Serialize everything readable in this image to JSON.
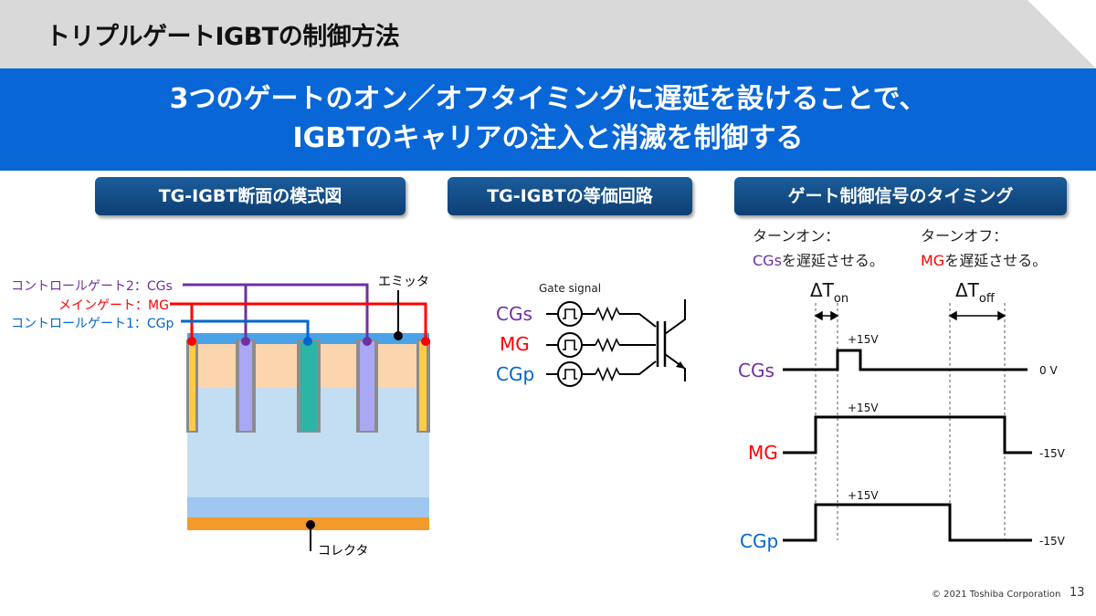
{
  "slide": {
    "title": "トリプルゲートIGBTの制御方法",
    "banner_line1": "3つのゲートのオン／オフタイミングに遅延を設けることで、",
    "banner_line2": "IGBTのキャリアの注入と消滅を制御する",
    "copyright": "© 2021 Toshiba Corporation",
    "page_number": "13"
  },
  "sections": {
    "cross_section": "TG-IGBT断面の模式図",
    "equivalent_circuit": "TG-IGBTの等価回路",
    "timing": "ゲート制御信号のタイミング"
  },
  "cross_section": {
    "label_cgs": "コントロールゲート2：CGs",
    "label_mg": "メインゲート：MG",
    "label_cgp": "コントロールゲート1：CGp",
    "label_emitter": "エミッタ",
    "label_collector": "コレクタ"
  },
  "circuit": {
    "gate_signal": "Gate signal",
    "cgs": "CGs",
    "mg": "MG",
    "cgp": "CGp"
  },
  "timing": {
    "turn_on_title": "ターンオン：",
    "turn_on_gate": "CGs",
    "turn_on_rest": "を遅延させる。",
    "turn_off_title": "ターンオフ：",
    "turn_off_gate": "MG",
    "turn_off_rest": "を遅延させる。",
    "delta_t_on_main": "ΔT",
    "delta_t_on_sub": "on",
    "delta_t_off_main": "ΔT",
    "delta_t_off_sub": "off",
    "cgs_label": "CGs",
    "mg_label": "MG",
    "cgp_label": "CGp",
    "cgs_high": "+15V",
    "cgs_low": "0 V",
    "mg_high": "+15V",
    "mg_low": "-15V",
    "cgp_high": "+15V",
    "cgp_low": "-15V"
  },
  "colors": {
    "cgs": "#7030a0",
    "mg": "#ff0000",
    "cgp": "#0066cc",
    "banner": "#0866d6"
  }
}
